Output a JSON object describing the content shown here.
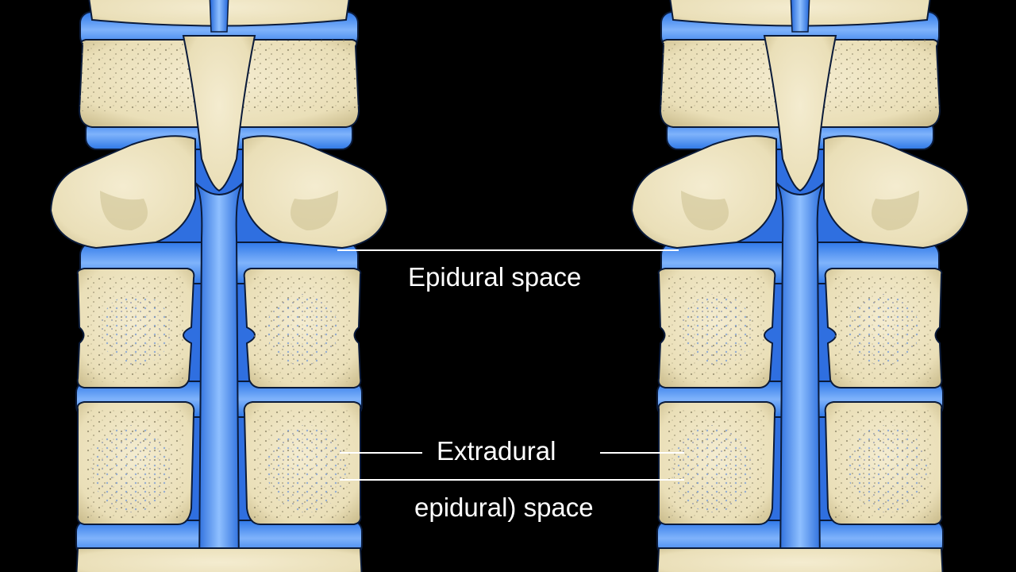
{
  "labels": {
    "epidural_space": "Epidural space",
    "extradural_line1": "Extradural",
    "extradural_line2": "epidural) space"
  },
  "colors": {
    "background": "#000000",
    "bone": "#efe6c4",
    "bone_shadow": "#cfc394",
    "bone_dots": "#8c8466",
    "epidural_blue": "#3f8df0",
    "epidural_light": "#8fc0ff",
    "outline": "#0b1b3a",
    "leader_line": "#ffffff"
  },
  "icons": [
    "spine-column-left",
    "spine-column-right"
  ]
}
